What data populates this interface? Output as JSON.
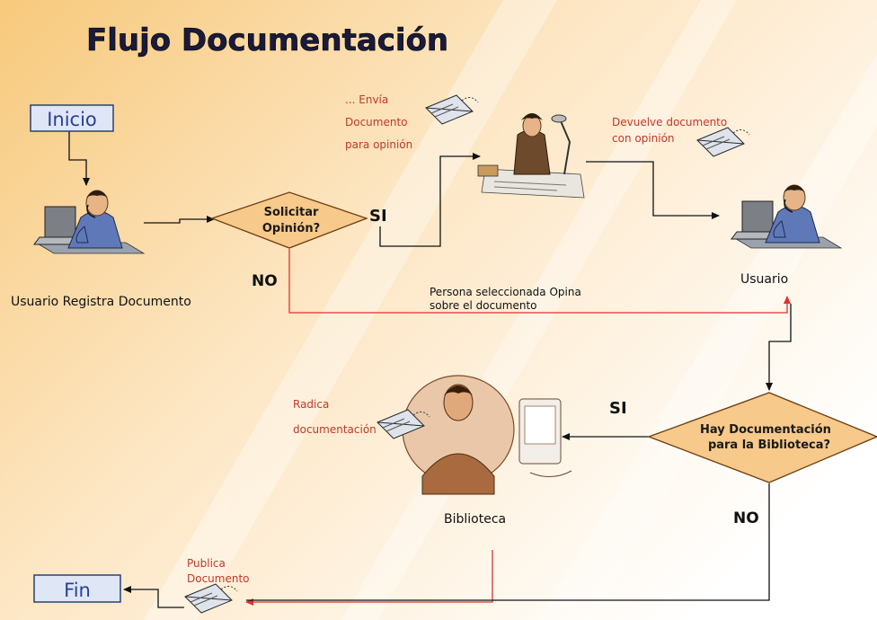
{
  "title": "Flujo Documentación",
  "nodes": {
    "inicio": "Inicio",
    "fin": "Fin",
    "decision1": [
      "Solicitar",
      "Opinión?"
    ],
    "decision2": [
      "Hay Documentación",
      "para la Biblioteca?"
    ]
  },
  "labels": {
    "usuario_registra": "Usuario Registra Documento",
    "usuario": "Usuario",
    "biblioteca": "Biblioteca",
    "si_1": "SI",
    "no_1": "NO",
    "si_2": "SI",
    "no_2": "NO",
    "envia": [
      "... Envía",
      "Documento",
      "para opinión"
    ],
    "devuelve": [
      "Devuelve documento",
      "con opinión"
    ],
    "persona_opina": [
      "Persona seleccionada Opina",
      "sobre el documento"
    ],
    "radica": [
      "Radica",
      "documentación"
    ],
    "publica": [
      "Publica",
      "Documento"
    ]
  },
  "colors": {
    "title": "#1a1a3a",
    "box_fill": "#dfe6f5",
    "box_border": "#2c3e7a",
    "box_text": "#2a3f9a",
    "diamond_fill": "#f7c98a",
    "diamond_border": "#6b3d12",
    "annotation_red": "#c0392b",
    "arrow_red": "#e03030",
    "arrow_black": "#111111"
  }
}
